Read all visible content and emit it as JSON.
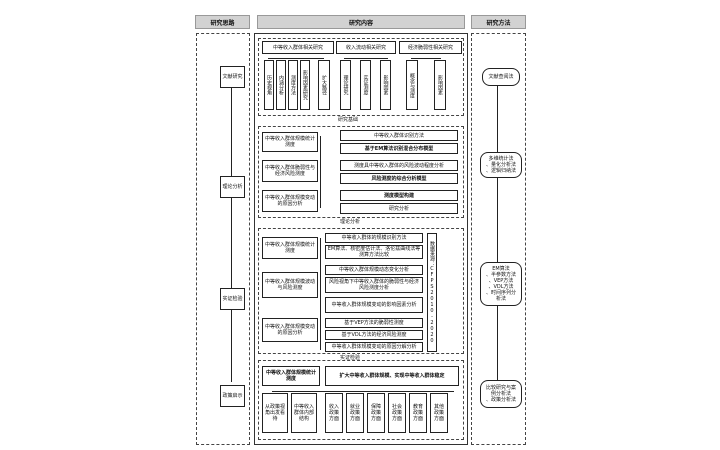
{
  "headers": {
    "left": "研究思路",
    "middle": "研究内容",
    "right": "研究方法"
  },
  "left_steps": [
    "文献研究",
    "理论分析",
    "实证检验",
    "政策启示"
  ],
  "right_methods": [
    "文献查阅法",
    "多维统计法\n、量化分析法\n、逻辑归纳法",
    "EM算法\n、半参数方法\n、VEP方法\n、VDL方法\n、时间序列分析法",
    "比较研究与案例分析法\n、政策分析法"
  ],
  "theory": {
    "groups": [
      "中等收入群体相关研究",
      "收入流动相关研究",
      "经济脆弱性相关研究"
    ],
    "g1_items": [
      "历史视角",
      "内涵分析",
      "测度方法",
      "影响因素研究",
      "扩大路径"
    ],
    "g2_items": [
      "理论研究",
      "实证测度",
      "影响因素"
    ],
    "g3_items": [
      "概念与测度",
      "影响因素"
    ],
    "label": "研究基础"
  },
  "analysis": {
    "left": [
      "中等收入群体规模统计测度",
      "中等收入群体脆弱性与经济风险测度",
      "中等收入群体规模变动的原因分析"
    ],
    "right": [
      "中等收入群体识别方法",
      "基于EM算法识别混合分布模型",
      "测度具中等收入群体的风险波动程度分析",
      "风险测度的综合分析模型",
      "测度模型构建",
      "研究分析"
    ],
    "label": "理论分析"
  },
  "empirical": {
    "left": [
      "中等收入群体规模统计测度",
      "中等收入群体规模波动与风险测度",
      "中等收入群体规模变动的原因分析"
    ],
    "right": [
      "中等收入群体的规模识别方法",
      "EM算法、核密度估计法、洛伦兹曲线法等测算方法比较",
      "中等收入群体规模动态变化分析",
      "风险视角下中等收入群体的脆弱性与经济风险测度分析",
      "中等收入群体规模变动的影响因素分析",
      "基于VEP方法的脆弱性测度",
      "基于VDL方法的经济风险测度",
      "中等收入群体规模变动的原因分解分析"
    ],
    "side": "数据来源：CFPS2010-2020",
    "label": "实证检验"
  },
  "policy": {
    "left": "中等收入群体规模统计测度",
    "right": "扩大中等收入群体规模、实现中等收入群体稳定",
    "items": [
      "从政策视角出发看待",
      "中等收入群体内部结构",
      "收入政策方面",
      "就业政策方面",
      "保障政策方面",
      "社会政策方面",
      "教育政策方面",
      "其他政策方面"
    ]
  }
}
